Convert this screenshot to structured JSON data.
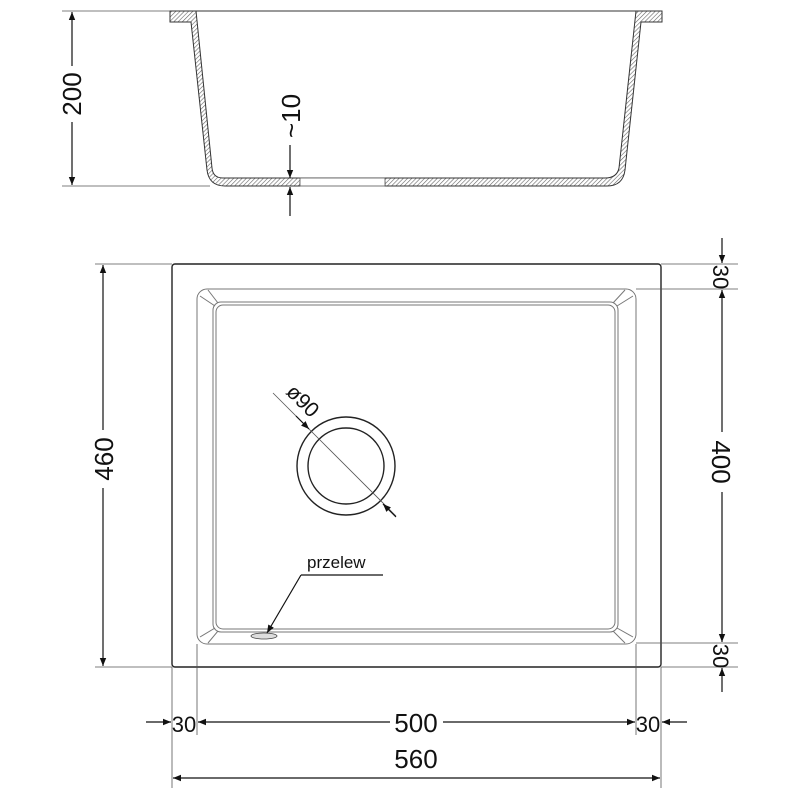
{
  "side_view": {
    "height_label": "200",
    "bottom_thickness_label": "~10"
  },
  "top_view": {
    "depth_label": "460",
    "bowl_depth_label": "400",
    "rim_top_label": "30",
    "rim_bottom_label": "30",
    "width_left_rim_label": "30",
    "bowl_width_label": "500",
    "width_right_rim_label": "30",
    "total_width_label": "560",
    "drain_label": "ø90",
    "overflow_label": "przelew"
  }
}
